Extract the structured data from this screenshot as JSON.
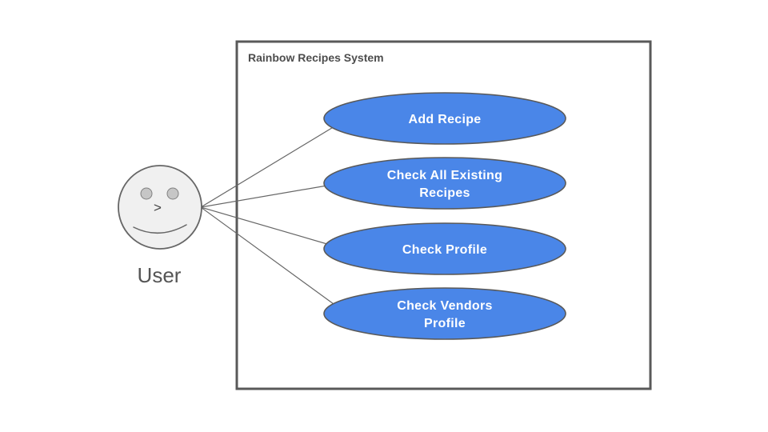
{
  "diagram": {
    "type": "uml-use-case-diagram",
    "system_boundary": {
      "title": "Rainbow Recipes System"
    },
    "actor": {
      "label": "User",
      "nose_glyph": ">"
    },
    "use_cases": [
      {
        "id": "add-recipe",
        "label": "Add Recipe",
        "lines": [
          "Add Recipe",
          ""
        ]
      },
      {
        "id": "check-all-existing-recipes",
        "label": "Check All Existing Recipes",
        "lines": [
          "Check All Existing",
          "Recipes"
        ]
      },
      {
        "id": "check-profile",
        "label": "Check Profile",
        "lines": [
          "Check Profile",
          ""
        ]
      },
      {
        "id": "check-vendors-profile",
        "label": "Check Vendors Profile",
        "lines": [
          "Check Vendors",
          "Profile"
        ]
      }
    ],
    "associations": [
      {
        "from": "User",
        "to": "Add Recipe"
      },
      {
        "from": "User",
        "to": "Check All Existing Recipes"
      },
      {
        "from": "User",
        "to": "Check Profile"
      },
      {
        "from": "User",
        "to": "Check Vendors Profile"
      }
    ],
    "colors": {
      "use_case_fill": "#4a86e8",
      "use_case_border": "#595959",
      "use_case_text": "#ffffff",
      "boundary_border": "#595959",
      "boundary_title_text": "#4d4d4d",
      "actor_fill": "#f0f0f0",
      "actor_border": "#666666",
      "actor_eye_fill": "#c6c6c6",
      "connector_line": "#666666",
      "actor_label_text": "#555555",
      "background": "#ffffff"
    }
  }
}
